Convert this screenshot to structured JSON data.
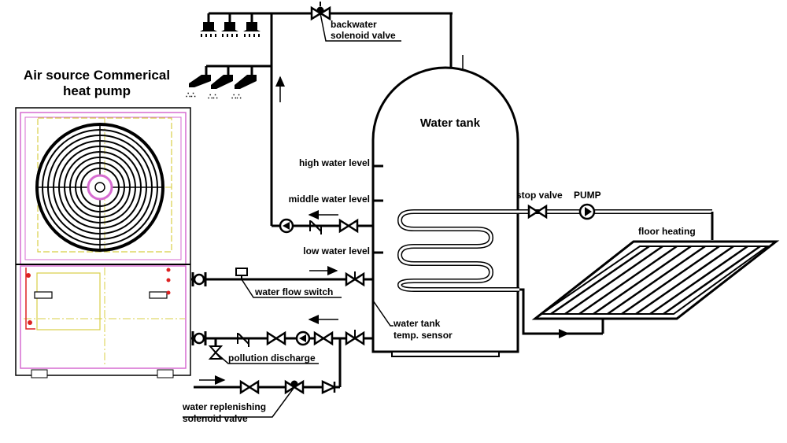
{
  "heat_pump": {
    "title_line1": "Air source Commerical",
    "title_line2": "heat pump"
  },
  "tank": {
    "title": "Water tank",
    "levels": {
      "high": "high water level",
      "middle": "middle water level",
      "low": "low water level"
    },
    "sensor_line1": "water tank",
    "sensor_line2": "temp. sensor"
  },
  "valves": {
    "backwater_line1": "backwater",
    "backwater_line2": "solenoid valve",
    "stop_valve": "stop valve",
    "pump": "PUMP",
    "flow_switch": "water flow switch",
    "pollution": "pollution discharge",
    "replenish_line1": "water replenishing",
    "replenish_line2": "solenoid valve"
  },
  "floor": {
    "label": "floor heating"
  }
}
